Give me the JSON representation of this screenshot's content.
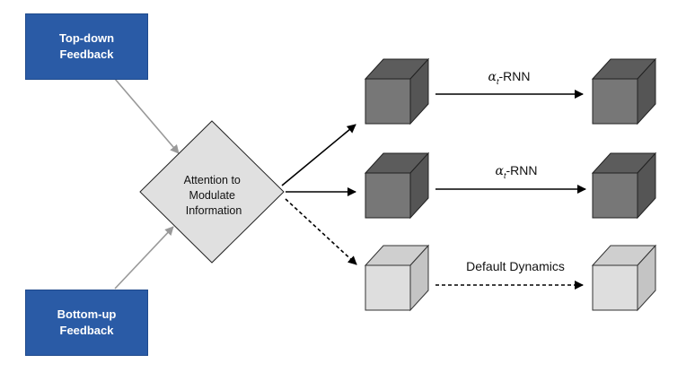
{
  "diagram": {
    "top_box": {
      "text": "Top-down\nFeedback",
      "color": "#2a5ba6"
    },
    "bottom_box": {
      "text": "Bottom-up\nFeedback",
      "color": "#2a5ba6"
    },
    "attention": {
      "line1": "Attention to",
      "line2": "Modulate",
      "line3": "Information"
    },
    "rows": [
      {
        "label_symbol": "α",
        "label_sub": "t",
        "label_rest": "-RNN",
        "style": "solid",
        "cube": "dark"
      },
      {
        "label_symbol": "α",
        "label_sub": "t",
        "label_rest": "-RNN",
        "style": "solid",
        "cube": "dark"
      },
      {
        "label_text": "Default Dynamics",
        "style": "dashed",
        "cube": "light"
      }
    ],
    "colors": {
      "dark_cube_front": "#777777",
      "dark_cube_top": "#5c5c5c",
      "dark_cube_side": "#555555",
      "light_cube_front": "#dedede",
      "light_cube_top": "#cfcfcf",
      "light_cube_side": "#c4c4c4",
      "diamond_fill": "#e0e0e0",
      "feedback_arrow": "#999999"
    }
  }
}
